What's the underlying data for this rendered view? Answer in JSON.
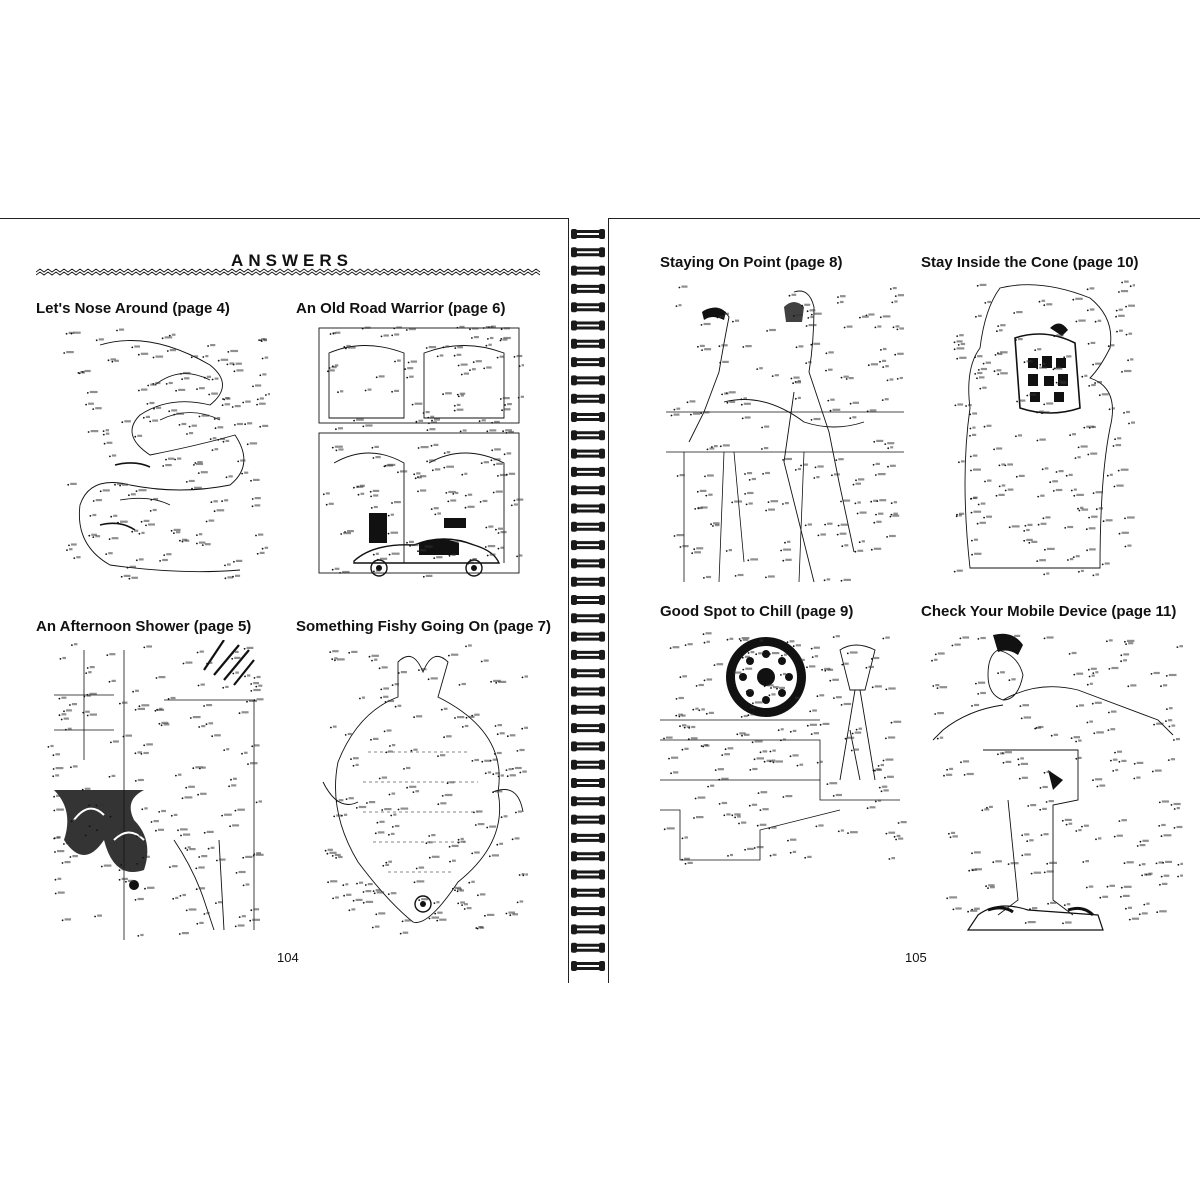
{
  "left_page": {
    "heading": "ANSWERS",
    "page_number": "104",
    "puzzles": [
      {
        "title": "Let's Nose Around (page 4)",
        "icon": "face-dot-art"
      },
      {
        "title": "An Old Road Warrior (page 6)",
        "icon": "building-car-dot-art"
      },
      {
        "title": "An Afternoon Shower (page 5)",
        "icon": "shower-dot-art"
      },
      {
        "title": "Something Fishy Going On (page 7)",
        "icon": "fish-dot-art"
      }
    ]
  },
  "right_page": {
    "page_number": "105",
    "puzzles": [
      {
        "title": "Staying On Point (page 8)",
        "icon": "dancers-dot-art"
      },
      {
        "title": "Stay Inside the Cone (page 10)",
        "icon": "dog-cone-dot-art"
      },
      {
        "title": "Good Spot to Chill (page 9)",
        "icon": "cooler-dot-art"
      },
      {
        "title": "Check Your Mobile Device (page 11)",
        "icon": "skater-dot-art"
      }
    ]
  },
  "colors": {
    "ink": "#111111",
    "paper": "#ffffff",
    "binding": "#1a1a1a"
  }
}
